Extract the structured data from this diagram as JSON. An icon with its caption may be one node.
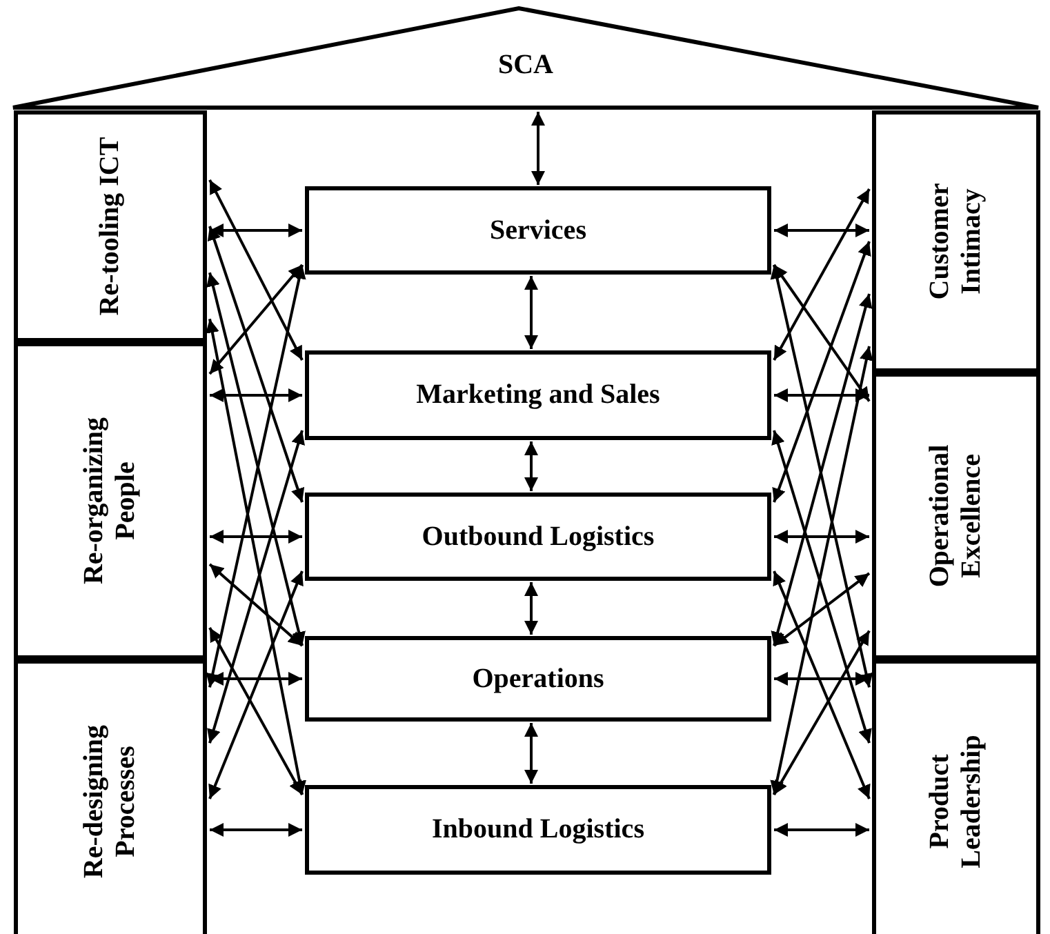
{
  "diagram": {
    "nodes": [
      {
        "text": [
          "SCA"
        ]
      },
      {
        "text": [
          "Re-tooling ICT"
        ]
      },
      {
        "text": [
          "Re-organizing People"
        ]
      },
      {
        "text": [
          "Re-designing Processes"
        ]
      },
      {
        "text": [
          "Services"
        ]
      },
      {
        "text": [
          "Marketing and Sales"
        ]
      },
      {
        "text": [
          "Outbound Logistics"
        ]
      },
      {
        "text": [
          "Operations"
        ]
      },
      {
        "text": [
          "Inbound Logistics"
        ]
      },
      {
        "text": [
          "Customer Intimacy"
        ]
      },
      {
        "text": [
          "Operational Excellence"
        ]
      },
      {
        "text": [
          "Product Leadership"
        ]
      }
    ],
    "edges": [
      {
        "from": 0,
        "to": 4,
        "arrow": "both"
      },
      {
        "from": 4,
        "to": 5,
        "arrow": "both"
      },
      {
        "from": 5,
        "to": 6,
        "arrow": "both"
      },
      {
        "from": 6,
        "to": 7,
        "arrow": "both"
      },
      {
        "from": 7,
        "to": 8,
        "arrow": "both"
      },
      {
        "from": 1,
        "to": 4,
        "arrow": "both"
      },
      {
        "from": 1,
        "to": 5,
        "arrow": "both"
      },
      {
        "from": 1,
        "to": 6,
        "arrow": "both"
      },
      {
        "from": 1,
        "to": 7,
        "arrow": "both"
      },
      {
        "from": 1,
        "to": 8,
        "arrow": "both"
      },
      {
        "from": 2,
        "to": 4,
        "arrow": "both"
      },
      {
        "from": 2,
        "to": 5,
        "arrow": "both"
      },
      {
        "from": 2,
        "to": 6,
        "arrow": "both"
      },
      {
        "from": 2,
        "to": 7,
        "arrow": "both"
      },
      {
        "from": 2,
        "to": 8,
        "arrow": "both"
      },
      {
        "from": 3,
        "to": 4,
        "arrow": "both"
      },
      {
        "from": 3,
        "to": 5,
        "arrow": "both"
      },
      {
        "from": 3,
        "to": 6,
        "arrow": "both"
      },
      {
        "from": 3,
        "to": 7,
        "arrow": "both"
      },
      {
        "from": 3,
        "to": 8,
        "arrow": "both"
      },
      {
        "from": 9,
        "to": 4,
        "arrow": "both"
      },
      {
        "from": 9,
        "to": 5,
        "arrow": "both"
      },
      {
        "from": 9,
        "to": 6,
        "arrow": "both"
      },
      {
        "from": 9,
        "to": 7,
        "arrow": "both"
      },
      {
        "from": 9,
        "to": 8,
        "arrow": "both"
      },
      {
        "from": 10,
        "to": 4,
        "arrow": "both"
      },
      {
        "from": 10,
        "to": 5,
        "arrow": "both"
      },
      {
        "from": 10,
        "to": 6,
        "arrow": "both"
      },
      {
        "from": 10,
        "to": 7,
        "arrow": "both"
      },
      {
        "from": 10,
        "to": 8,
        "arrow": "both"
      },
      {
        "from": 11,
        "to": 4,
        "arrow": "both"
      },
      {
        "from": 11,
        "to": 5,
        "arrow": "both"
      },
      {
        "from": 11,
        "to": 6,
        "arrow": "both"
      },
      {
        "from": 11,
        "to": 7,
        "arrow": "both"
      },
      {
        "from": 11,
        "to": 8,
        "arrow": "both"
      }
    ]
  }
}
